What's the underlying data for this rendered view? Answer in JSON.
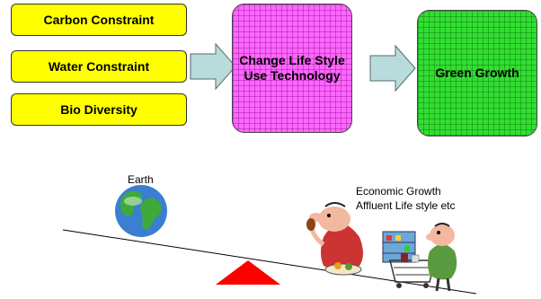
{
  "constraints": [
    "Carbon Constraint",
    "Water Constraint",
    "Bio Diversity"
  ],
  "middle": {
    "line1": "Change Life Style",
    "line2": "Use Technology"
  },
  "result": "Green Growth",
  "earth_label": "Earth",
  "economy": {
    "line1": "Economic Growth",
    "line2": "Affluent Life style etc"
  },
  "colors": {
    "constraint_fill": "#ffff00",
    "change_fill": "#ff66ff",
    "green_fill": "#33dd33",
    "arrow_fill": "#b8dcdc",
    "fulcrum": "#ff0000",
    "earth_ocean": "#3a7fd0",
    "earth_land": "#3faa3a"
  },
  "icons": [
    "globe-icon",
    "people-cartoon-icon",
    "shopping-cart-icon",
    "fulcrum-triangle"
  ]
}
